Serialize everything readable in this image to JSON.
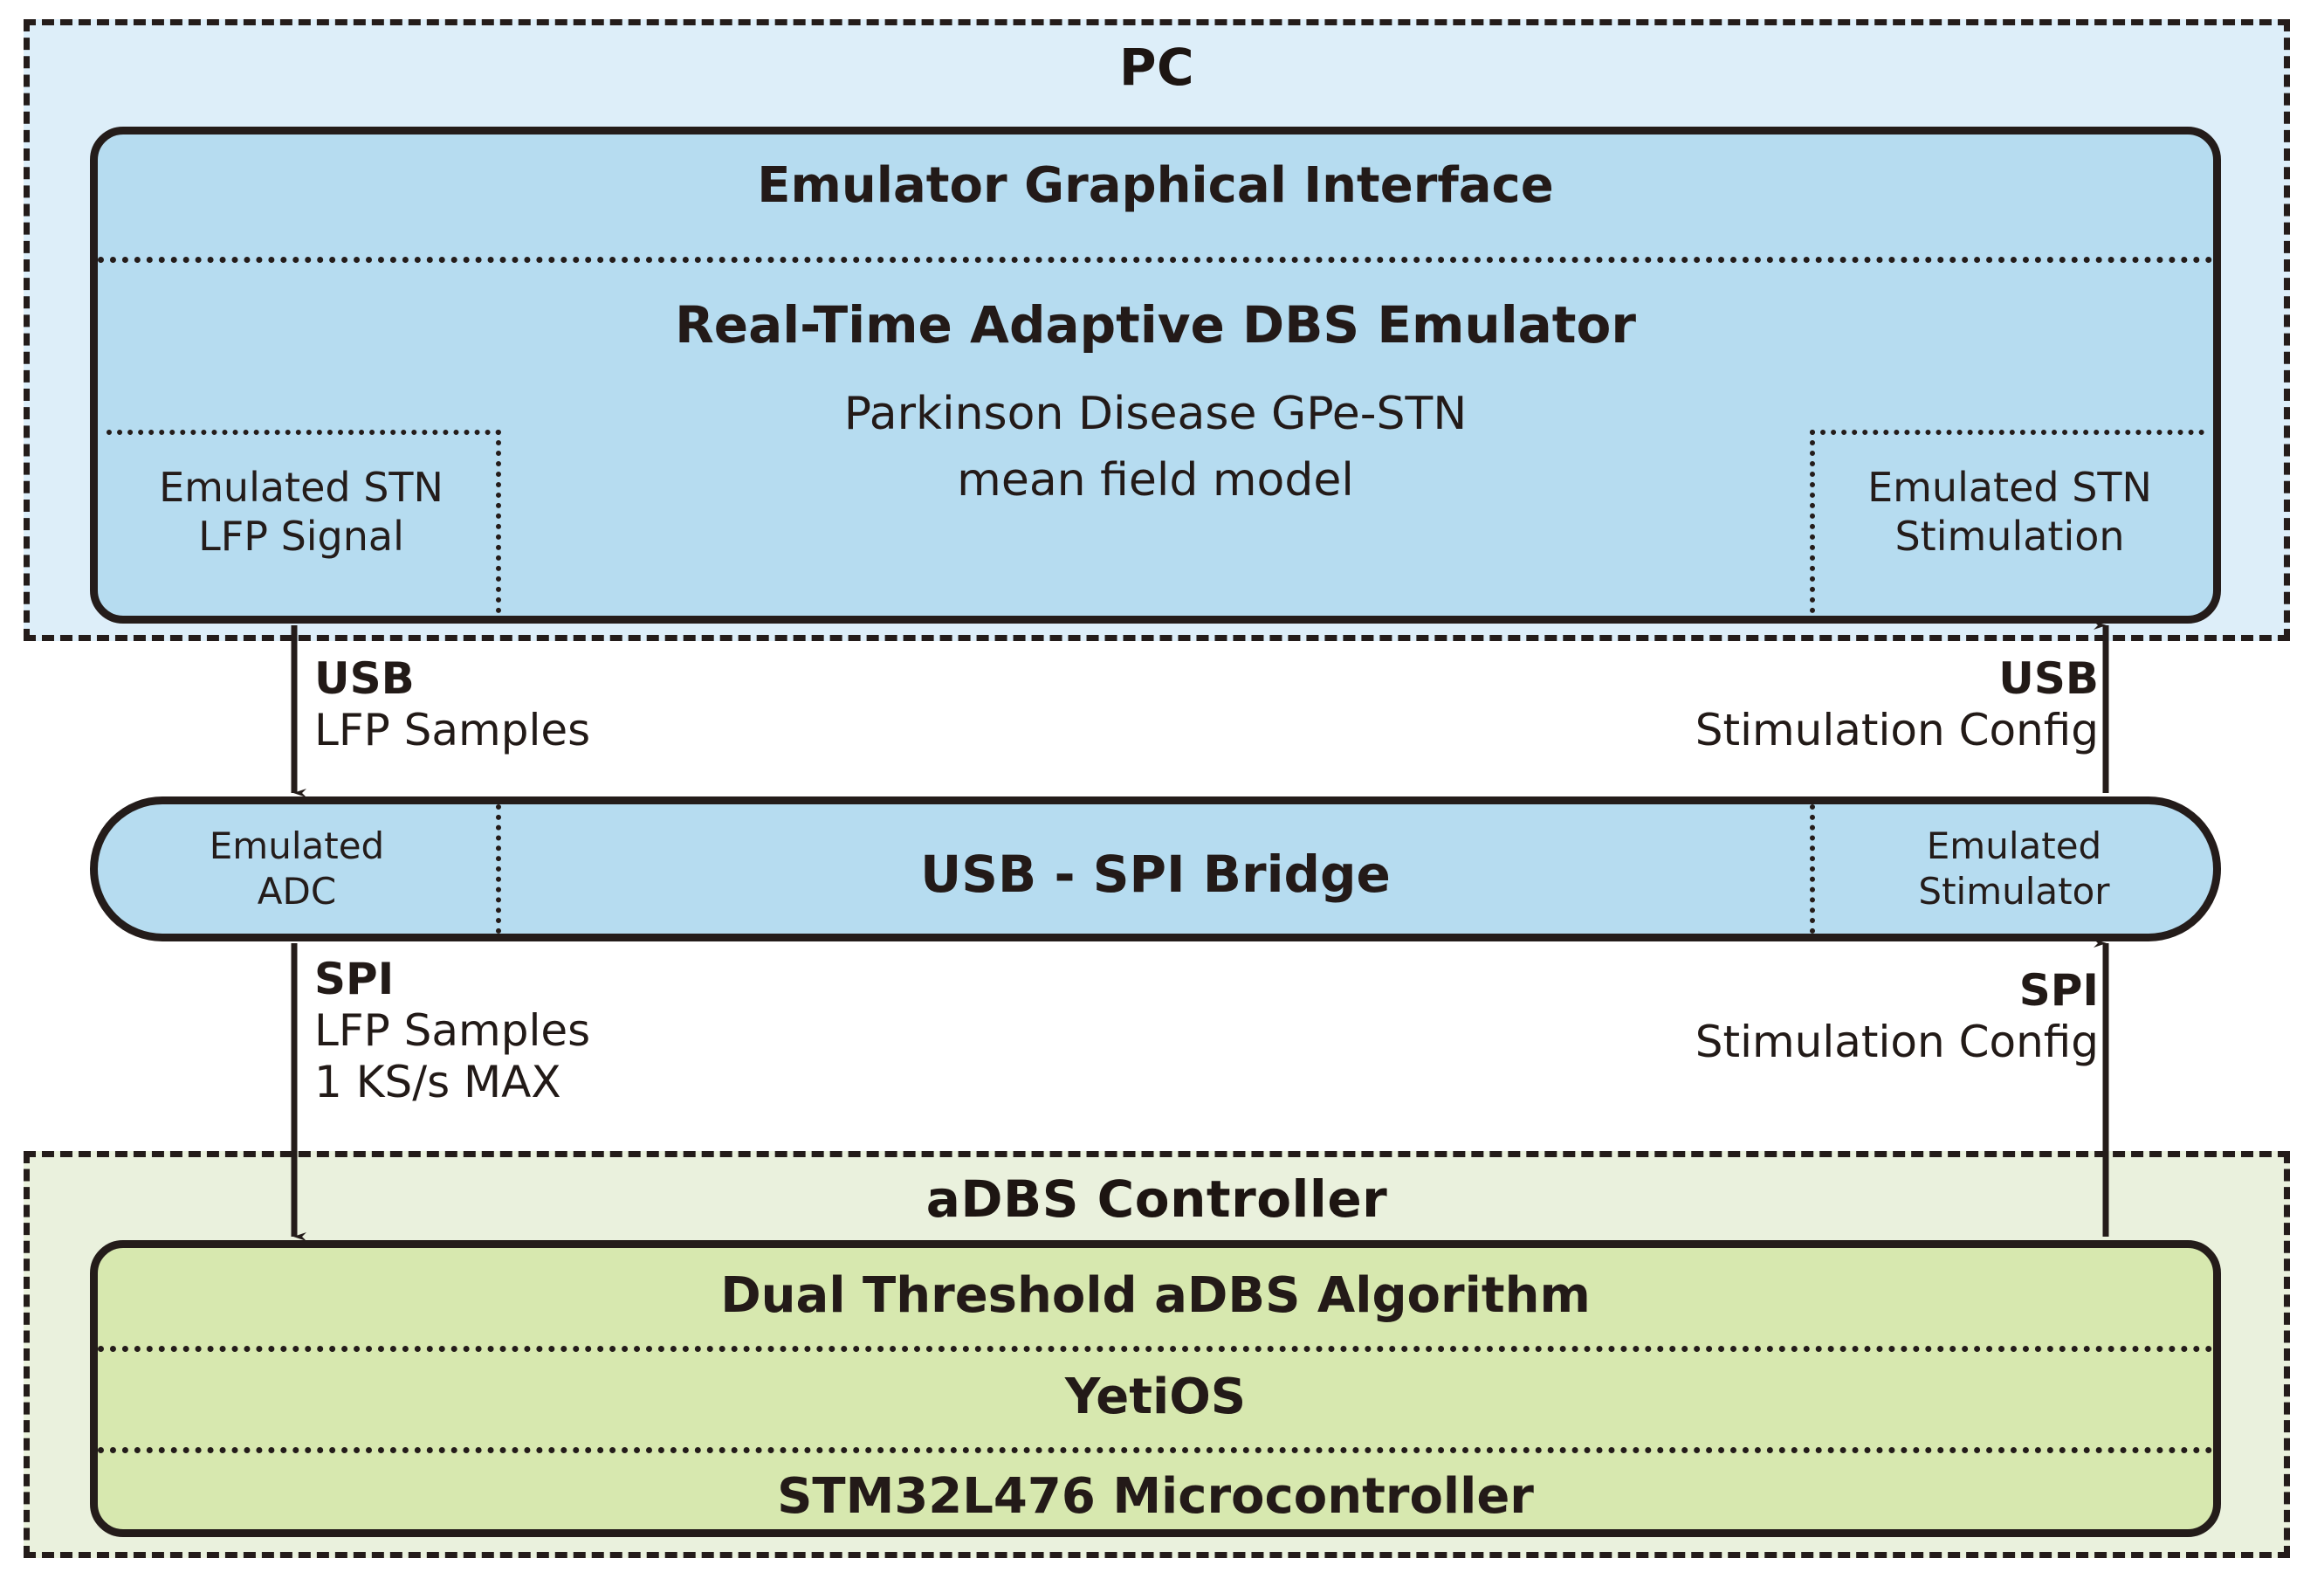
{
  "diagram": {
    "regions": {
      "pc": {
        "title": "PC"
      },
      "controller": {
        "title": "aDBS Controller"
      }
    },
    "emulator_block": {
      "gui_layer": "Emulator Graphical Interface",
      "title": "Real-Time Adaptive DBS Emulator",
      "subtitle_line1": "Parkinson Disease GPe-STN",
      "subtitle_line2": "mean field model",
      "left_port_line1": "Emulated STN",
      "left_port_line2": "LFP Signal",
      "right_port_line1": "Emulated STN",
      "right_port_line2": "Stimulation"
    },
    "bridge_block": {
      "title": "USB - SPI Bridge",
      "left_port_line1": "Emulated",
      "left_port_line2": "ADC",
      "right_port_line1": "Emulated",
      "right_port_line2": "Stimulator"
    },
    "adbs_block": {
      "layer1": "Dual Threshold aDBS Algorithm",
      "layer2": "YetiOS",
      "layer3": "STM32L476 Microcontroller"
    },
    "connections": {
      "usb_down": {
        "protocol": "USB",
        "payload": "LFP Samples",
        "direction": "down"
      },
      "usb_up": {
        "protocol": "USB",
        "payload": "Stimulation Config",
        "direction": "up"
      },
      "spi_down": {
        "protocol": "SPI",
        "payload": "LFP Samples",
        "rate": "1 KS/s MAX",
        "direction": "down"
      },
      "spi_up": {
        "protocol": "SPI",
        "payload": "Stimulation Config",
        "direction": "up"
      }
    },
    "colors": {
      "pc_region_fill": "#ddeef9",
      "pc_block_fill": "#b6dcf0",
      "controller_region_fill": "#eaf1dd",
      "controller_block_fill": "#d7e8af",
      "stroke": "#241c1a"
    }
  }
}
